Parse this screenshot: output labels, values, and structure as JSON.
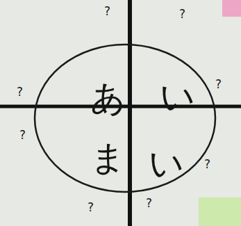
{
  "diagram": {
    "nodes": [
      {
        "text": [
          "あ",
          "い",
          "ま",
          "い"
        ]
      }
    ],
    "labels": [
      "?",
      "?",
      "?",
      "?",
      "?",
      "?",
      "?",
      "?"
    ]
  }
}
